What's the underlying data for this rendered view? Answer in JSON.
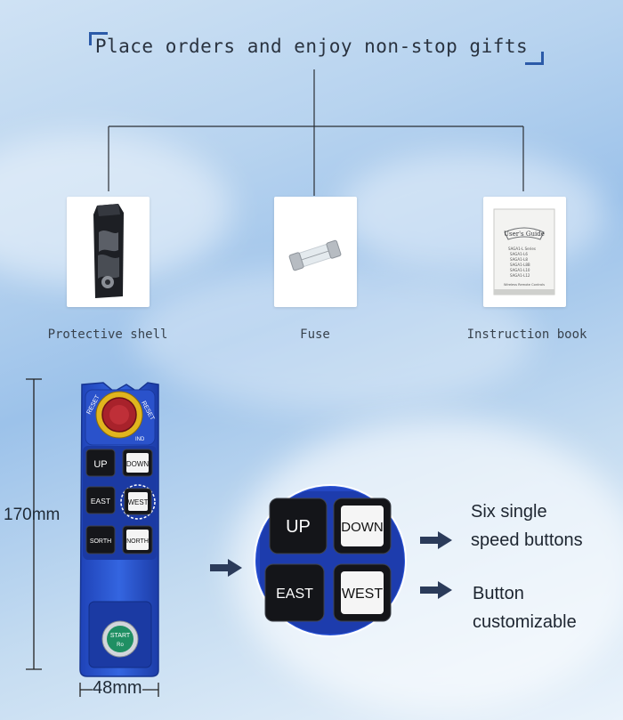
{
  "header": {
    "title": "Place orders and enjoy non-stop gifts"
  },
  "gifts": [
    {
      "label": "Protective shell"
    },
    {
      "label": "Fuse"
    },
    {
      "label": "Instruction book"
    }
  ],
  "manual": {
    "cover_title": "User's Guide",
    "cover_lines": [
      "SAGA1-L Series",
      "SAGA1-L6",
      "SAGA1-L8",
      "SAGA1-L8B",
      "SAGA1-L10",
      "SAGA1-L12"
    ],
    "cover_footer": "Wireless Remote Controls"
  },
  "dimensions": {
    "height": "170mm",
    "width": "48mm"
  },
  "remote": {
    "estop_label_left": "RESET",
    "estop_label_right": "RESET",
    "brand": "IND",
    "buttons": [
      "UP",
      "DOWN",
      "EAST",
      "WEST",
      "SORTH",
      "NORTH"
    ],
    "start_label": "START",
    "start_sub": "Ro"
  },
  "zoom_buttons": [
    "UP",
    "DOWN",
    "EAST",
    "WEST"
  ],
  "callouts": {
    "first": [
      "Six single",
      "speed buttons"
    ],
    "second": [
      "Button",
      "customizable"
    ]
  },
  "colors": {
    "remote_blue": "#2f5bd6",
    "estop_red": "#a8222b",
    "accent_navy": "#2b3b5a"
  }
}
